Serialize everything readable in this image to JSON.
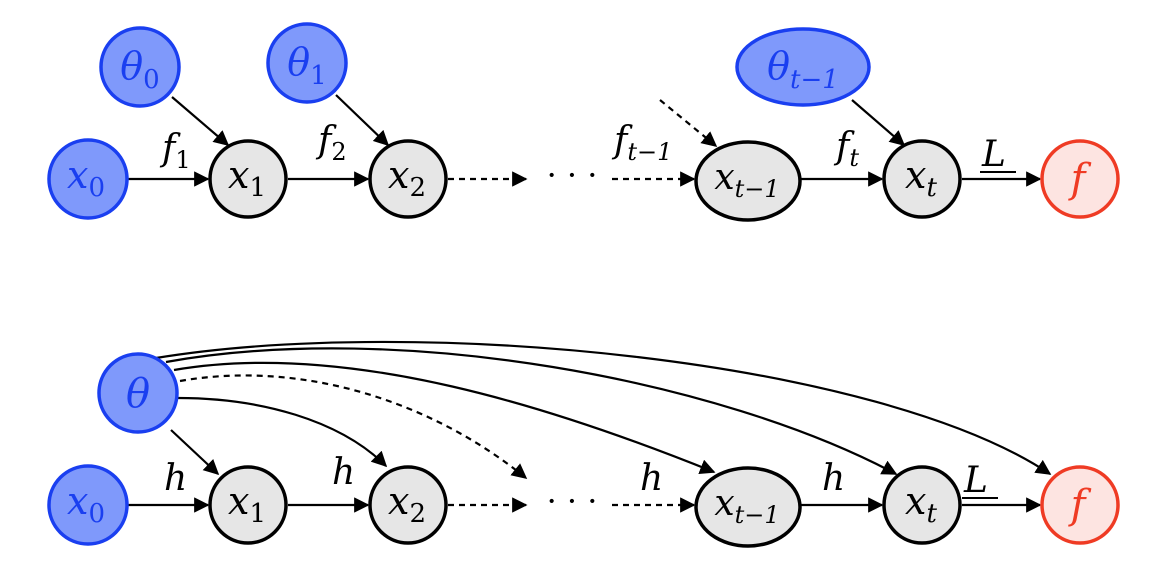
{
  "top_diagram": {
    "nodes": {
      "theta0": {
        "main": "θ",
        "sub": "0"
      },
      "theta1": {
        "main": "θ",
        "sub": "1"
      },
      "thetat1": {
        "main": "θ",
        "sub": "t−1"
      },
      "x0": {
        "main": "x",
        "sub": "0"
      },
      "x1": {
        "main": "x",
        "sub": "1"
      },
      "x2": {
        "main": "x",
        "sub": "2"
      },
      "xt1": {
        "main": "x",
        "sub": "t−1"
      },
      "xt": {
        "main": "x",
        "sub": "t"
      },
      "f": {
        "main": "f"
      }
    },
    "edge_labels": {
      "f1": {
        "main": "f",
        "sub": "1"
      },
      "f2": {
        "main": "f",
        "sub": "2"
      },
      "ft1": {
        "main": "f",
        "sub": "t−1"
      },
      "ft": {
        "main": "f",
        "sub": "t"
      },
      "L": {
        "main": "L"
      }
    },
    "ellipsis": "· · ·"
  },
  "bottom_diagram": {
    "nodes": {
      "theta": {
        "main": "θ"
      },
      "x0": {
        "main": "x",
        "sub": "0"
      },
      "x1": {
        "main": "x",
        "sub": "1"
      },
      "x2": {
        "main": "x",
        "sub": "2"
      },
      "xt1": {
        "main": "x",
        "sub": "t−1"
      },
      "xt": {
        "main": "x",
        "sub": "t"
      },
      "f": {
        "main": "f"
      }
    },
    "edge_labels": {
      "h1": "h",
      "h2": "h",
      "h3": "h",
      "h4": "h",
      "L": "L"
    },
    "ellipsis": "· · ·"
  },
  "colors": {
    "param_fill": "#7f99fb",
    "param_stroke": "#1a3ff0",
    "param_text": "#1a3ff0",
    "state_fill": "#e6e6e6",
    "state_stroke": "#000000",
    "output_fill": "#fde4e1",
    "output_stroke": "#ef3b24",
    "output_text": "#ef3b24",
    "edge": "#000000"
  }
}
